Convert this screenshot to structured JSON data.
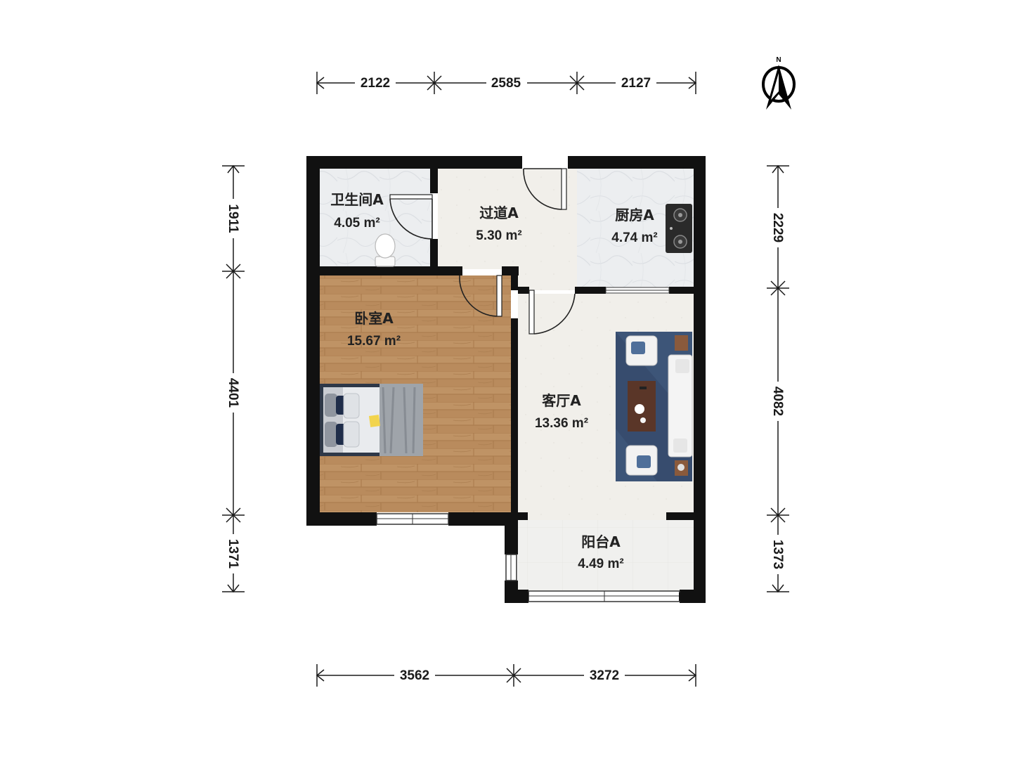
{
  "compass": {
    "label": "N"
  },
  "dimensions": {
    "top": [
      "2122",
      "2585",
      "2127"
    ],
    "bottom": [
      "3562",
      "3272"
    ],
    "left": [
      "1911",
      "4401",
      "1371"
    ],
    "right": [
      "2229",
      "4082",
      "1373"
    ]
  },
  "rooms": [
    {
      "id": "bathroom",
      "name": "卫生间A",
      "area": "4.05 m²"
    },
    {
      "id": "corridor",
      "name": "过道A",
      "area": "5.30 m²"
    },
    {
      "id": "kitchen",
      "name": "厨房A",
      "area": "4.74 m²"
    },
    {
      "id": "bedroom",
      "name": "卧室A",
      "area": "15.67 m²"
    },
    {
      "id": "living-room",
      "name": "客厅A",
      "area": "13.36 m²"
    },
    {
      "id": "balcony",
      "name": "阳台A",
      "area": "4.49 m²"
    }
  ],
  "colors": {
    "wall": "#111111",
    "wood_floor": "#b88a5c",
    "tile_floor": "#f1efea",
    "marble_floor": "#e9ebee",
    "rug": "#3d5578",
    "dimension_line": "#1a1a1a"
  }
}
